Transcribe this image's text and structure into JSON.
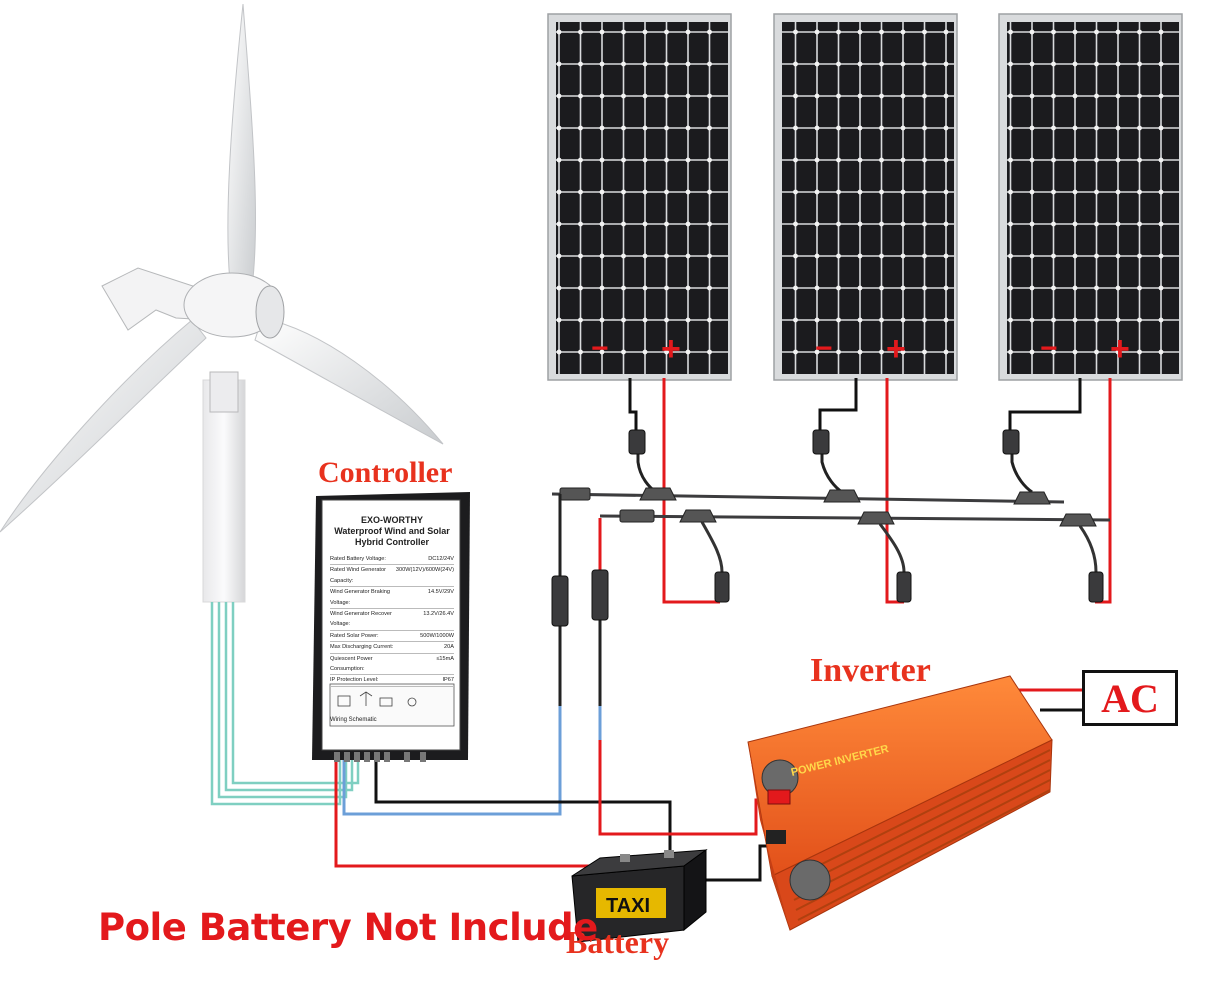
{
  "labels": {
    "controller": "Controller",
    "inverter": "Inverter",
    "battery": "Battery",
    "ac": "AC",
    "footer_note": "Pole Battery Not Include"
  },
  "controller_unit": {
    "brand": "EXO-WORTHY",
    "title": "Waterproof Wind and Solar Hybrid Controller",
    "specs": [
      {
        "name": "Rated Battery Voltage:",
        "value": "DC12/24V"
      },
      {
        "name": "Rated Wind Generator Capacity:",
        "value": "300W(12V)/600W(24V)"
      },
      {
        "name": "Wind Generator Braking Voltage:",
        "value": "14.5V/29V"
      },
      {
        "name": "Wind Generator Recover Voltage:",
        "value": "13.2V/26.4V"
      },
      {
        "name": "Rated Solar Power:",
        "value": "500W/1000W"
      },
      {
        "name": "Max Discharging Current:",
        "value": "20A"
      },
      {
        "name": "Quiescent Power Consumption:",
        "value": "≤15mA"
      },
      {
        "name": "IP Protection Level:",
        "value": "IP67"
      }
    ],
    "wiring_label": "Wiring Schematic"
  },
  "inverter_unit": {
    "text": "POWER INVERTER"
  },
  "battery_unit": {
    "text": "TAXI"
  },
  "panels": [
    {
      "minus": "−",
      "plus": "+"
    },
    {
      "minus": "−",
      "plus": "+"
    },
    {
      "minus": "−",
      "plus": "+"
    }
  ],
  "colors": {
    "wire_red": "#e3191c",
    "wire_black": "#111111",
    "wire_blue": "#6c9fd8",
    "wire_teal": "#7fcfc1",
    "label_red": "#e8321e",
    "panel_cell": "#1a1a1c",
    "panel_frame": "#d8dadc",
    "inverter_body": "#f0641e"
  }
}
